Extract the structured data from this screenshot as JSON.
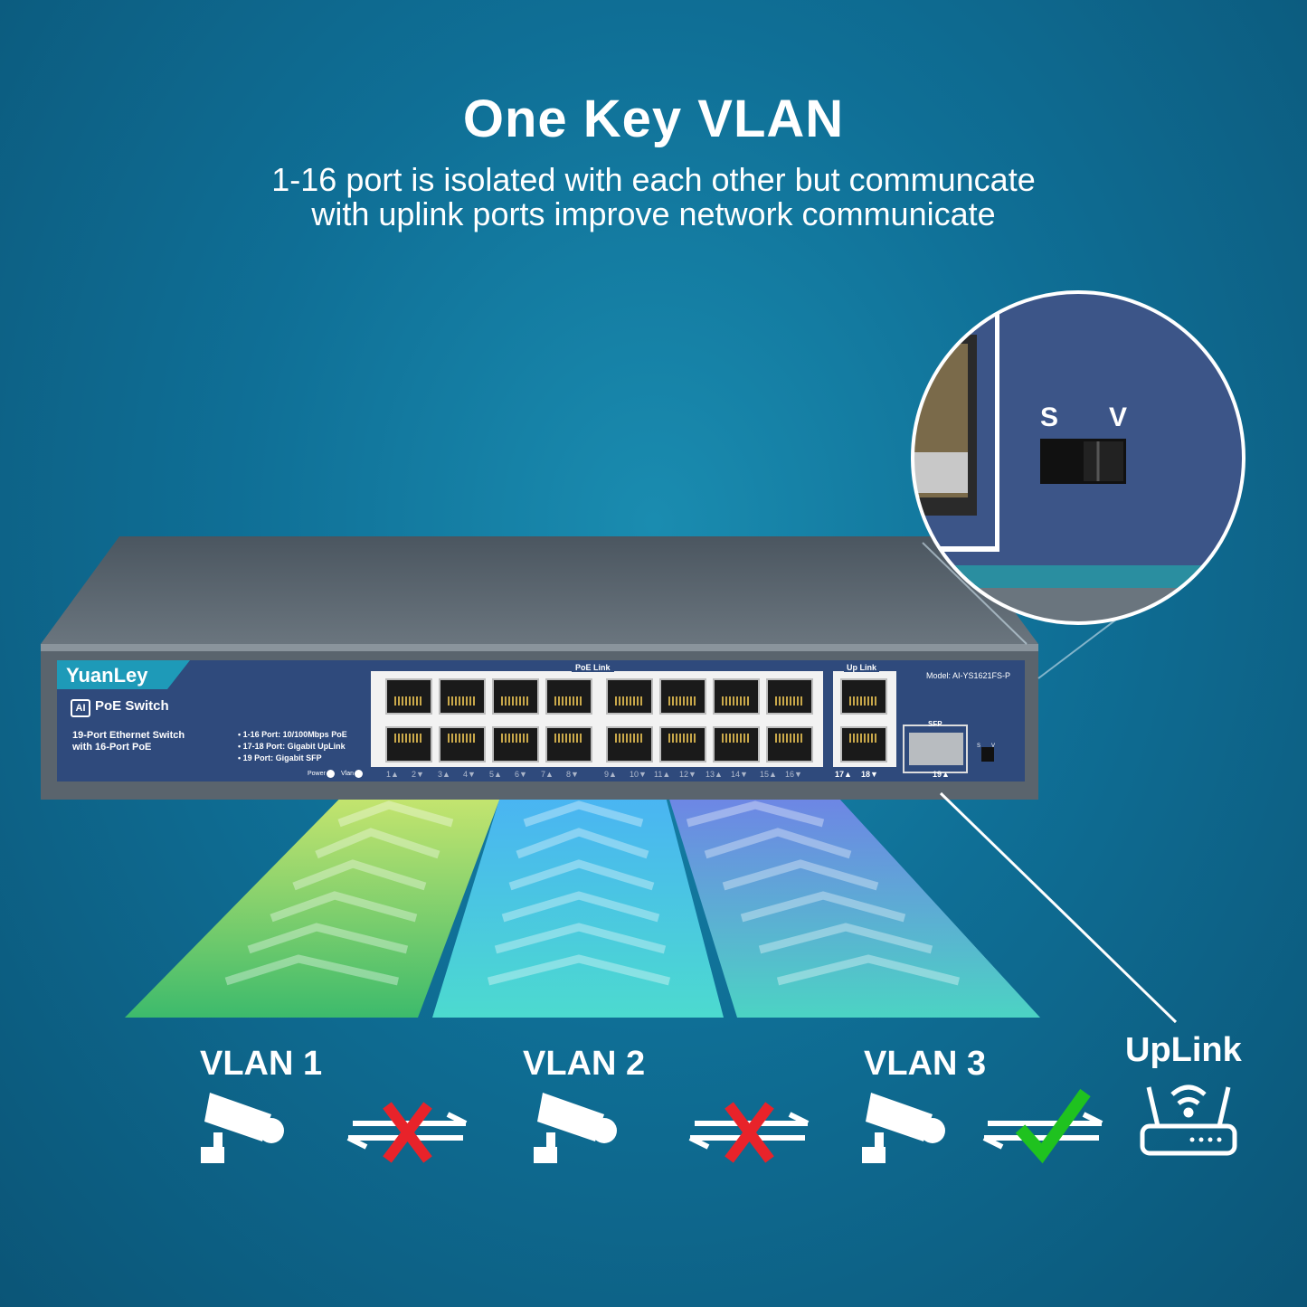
{
  "title": "One Key VLAN",
  "subtitle_line1": "1-16 port is isolated with each other but communcate",
  "subtitle_line2": "with uplink ports improve network communicate",
  "device": {
    "brand": "YuanLey",
    "ai_badge": "AI",
    "product": "PoE Switch",
    "desc_line1": "19-Port Ethernet Switch",
    "desc_line2": "with 16-Port PoE",
    "spec1": "• 1-16 Port: 10/100Mbps PoE",
    "spec2": "• 17-18 Port: Gigabit UpLink",
    "spec3": "• 19 Port: Gigabit SFP",
    "poe_link": "PoE  Link",
    "up_link": "Up  Link",
    "model": "Model: AI-YS1621FS-P",
    "sfp": "SFP",
    "power": "Power",
    "vlan_led": "Vlan",
    "port_labels": [
      "1▲",
      "2▼",
      "3▲",
      "4▼",
      "5▲",
      "6▼",
      "7▲",
      "8▼",
      "9▲",
      "10▼",
      "11▲",
      "12▼",
      "13▲",
      "14▼",
      "15▲",
      "16▼"
    ],
    "uplink_labels": [
      "17▲",
      "18▼"
    ],
    "sfp_label": "19▲",
    "switch_s": "S",
    "switch_v": "V"
  },
  "vlans": [
    {
      "label": "VLAN 1"
    },
    {
      "label": "VLAN 2"
    },
    {
      "label": "VLAN 3"
    }
  ],
  "uplink_label": "UpLink",
  "icons": [
    "cctv-camera-icon",
    "blocked-link-icon",
    "allowed-link-icon",
    "router-icon"
  ],
  "colors": {
    "background": "#0f6f96",
    "panel": "#2e4a7a",
    "blocked": "#e8232a",
    "allowed": "#1fc21f"
  }
}
